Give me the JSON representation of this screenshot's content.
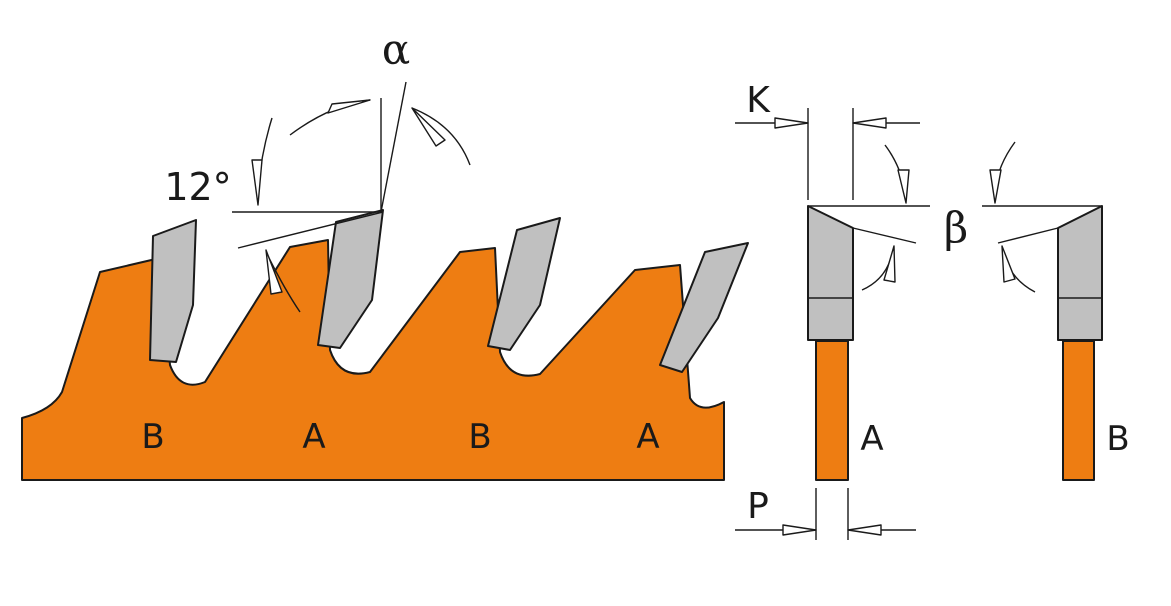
{
  "labels": {
    "alpha": "α",
    "angle_12": "12°",
    "K": "K",
    "beta": "β",
    "P": "P",
    "tooth_labels": [
      "B",
      "A",
      "B",
      "A"
    ],
    "profile_A": "A",
    "profile_B": "B"
  },
  "colors": {
    "blade": "#ee7d12",
    "tooth": "#c0c0c0",
    "outline": "#1a1a1a"
  }
}
